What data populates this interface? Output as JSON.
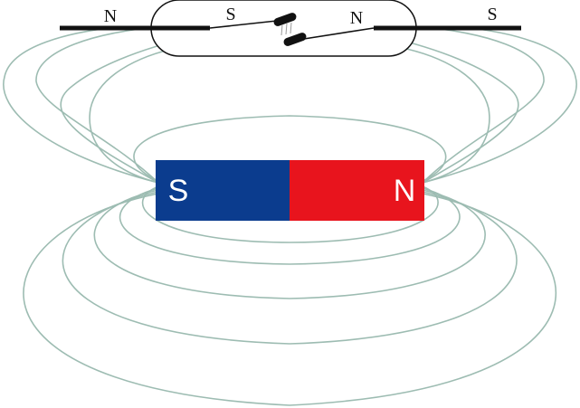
{
  "colors": {
    "background": "#ffffff",
    "field_line": "#9dbcb2",
    "magnet_south": "#0b3c8e",
    "magnet_north": "#e8141d",
    "magnet_label": "#ffffff",
    "lead": "#111111",
    "text": "#111111"
  },
  "reed_switch": {
    "left_lead_label": "N",
    "left_reed_label": "S",
    "right_reed_label": "N",
    "right_lead_label": "S"
  },
  "magnet": {
    "south_label": "S",
    "north_label": "N"
  }
}
